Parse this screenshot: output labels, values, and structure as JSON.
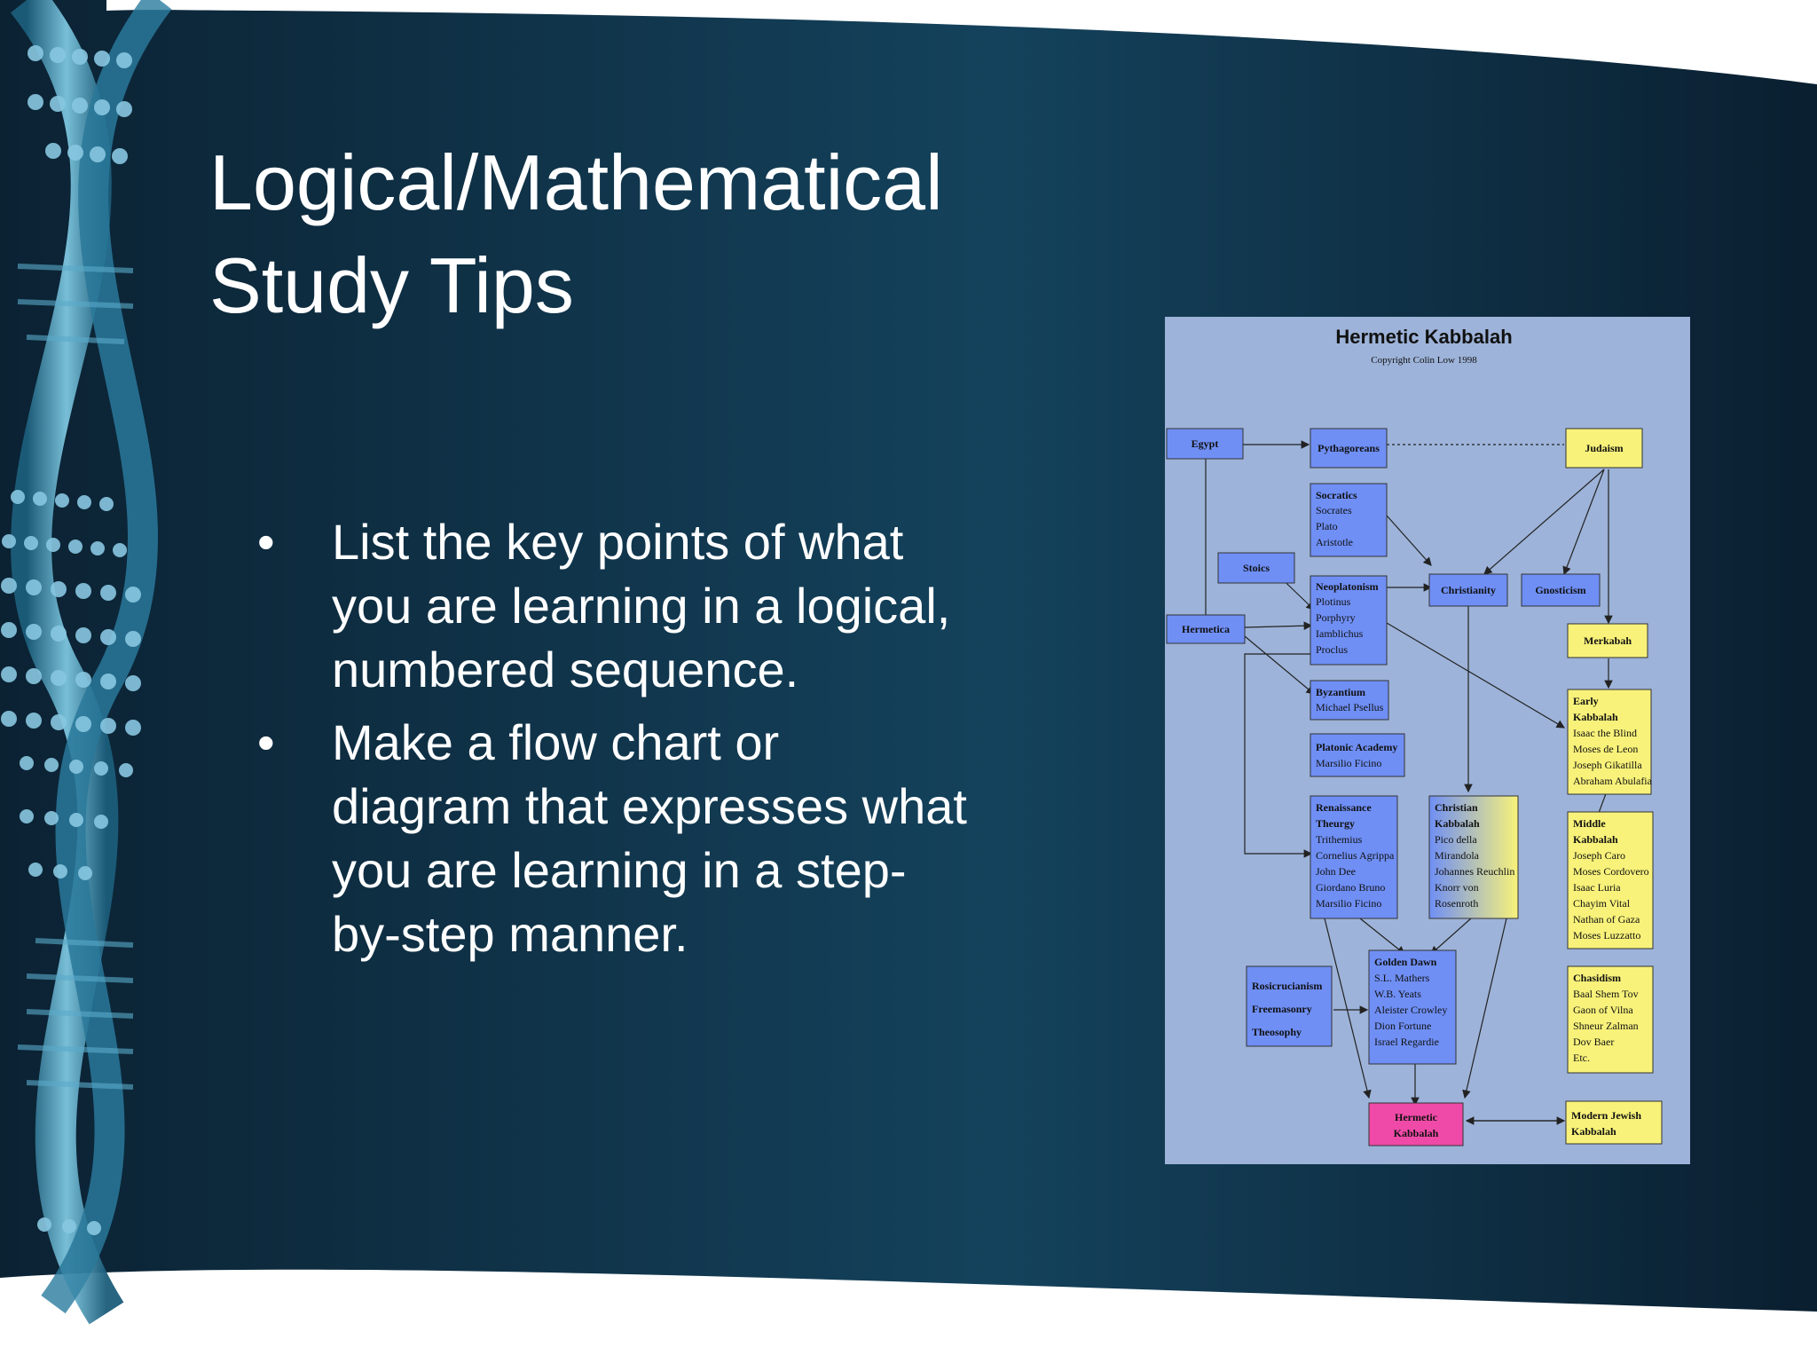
{
  "slide": {
    "title_line1": "Logical/Mathematical",
    "title_line2": "Study Tips",
    "bullets": [
      "List the key points of what you are learning in a logical, numbered sequence.",
      "Make a flow chart or diagram that expresses what you are learning in a step-by-step manner."
    ],
    "bullet_symbol": "•"
  },
  "flowchart": {
    "title": "Hermetic Kabbalah",
    "copyright": "Copyright Colin Low 1998",
    "nodes": {
      "egypt": {
        "title": "Egypt"
      },
      "pythagoreans": {
        "title": "Pythagoreans"
      },
      "judaism": {
        "title": "Judaism"
      },
      "socratics": {
        "title": "Socratics",
        "l1": "Socrates",
        "l2": "Plato",
        "l3": "Aristotle"
      },
      "stoics": {
        "title": "Stoics"
      },
      "neoplatonism": {
        "title": "Neoplatonism",
        "l1": "Plotinus",
        "l2": "Porphyry",
        "l3": "Iamblichus",
        "l4": "Proclus"
      },
      "christianity": {
        "title": "Christianity"
      },
      "gnosticism": {
        "title": "Gnosticism"
      },
      "hermetica": {
        "title": "Hermetica"
      },
      "merkabah": {
        "title": "Merkabah"
      },
      "byzantium": {
        "title": "Byzantium",
        "l1": "Michael Psellus"
      },
      "early_kabbalah": {
        "t1": "Early",
        "t2": "Kabbalah",
        "l1": "Isaac the Blind",
        "l2": "Moses de Leon",
        "l3": "Joseph Gikatilla",
        "l4": "Abraham Abulafia"
      },
      "platonic_academy": {
        "title": "Platonic Academy",
        "l1": "Marsilio Ficino"
      },
      "renaissance": {
        "t1": "Renaissance",
        "t2": "Theurgy",
        "l1": "Trithemius",
        "l2": "Cornelius Agrippa",
        "l3": "John Dee",
        "l4": "Giordano Bruno",
        "l5": "Marsilio Ficino"
      },
      "christian_kabbalah": {
        "t1": "Christian",
        "t2": "Kabbalah",
        "l1": "Pico della",
        "l2": "Mirandola",
        "l3": "Johannes Reuchlin",
        "l4": "Knorr von",
        "l5": "Rosenroth"
      },
      "middle_kabbalah": {
        "t1": "Middle",
        "t2": "Kabbalah",
        "l1": "Joseph Caro",
        "l2": "Moses Cordovero",
        "l3": "Isaac Luria",
        "l4": "Chayim Vital",
        "l5": "Nathan of Gaza",
        "l6": "Moses Luzzatto"
      },
      "golden_dawn": {
        "title": "Golden Dawn",
        "l1": "S.L. Mathers",
        "l2": "W.B. Yeats",
        "l3": "Aleister Crowley",
        "l4": "Dion Fortune",
        "l5": "Israel Regardie"
      },
      "rosicrucianism": {
        "l1": "Rosicrucianism",
        "l2": "Freemasonry",
        "l3": "Theosophy"
      },
      "chasidism": {
        "title": "Chasidism",
        "l1": "Baal Shem Tov",
        "l2": "Gaon of Vilna",
        "l3": "Shneur Zalman",
        "l4": "Dov Baer",
        "l5": "Etc."
      },
      "hermetic_kabbalah": {
        "l1": "Hermetic",
        "l2": "Kabbalah"
      },
      "modern_jewish": {
        "l1": "Modern Jewish",
        "l2": "Kabbalah"
      }
    }
  }
}
